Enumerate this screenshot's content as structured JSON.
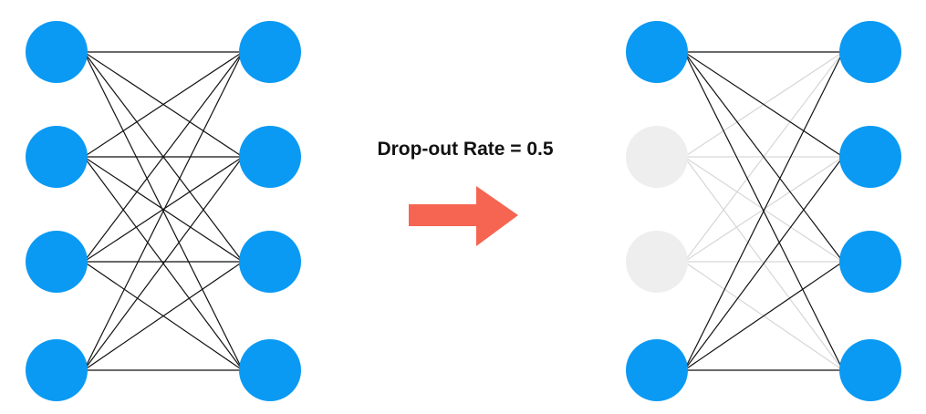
{
  "title": "Drop-out Rate = 0.5",
  "colors": {
    "active_node": "#0a9af3",
    "dropped_node": "#eeeeee",
    "active_edge": "#111111",
    "dropped_edge": "#d6d6d6",
    "arrow": "#f56552"
  },
  "networks": [
    {
      "name": "full",
      "left_layer": [
        true,
        true,
        true,
        true
      ],
      "right_layer": [
        true,
        true,
        true,
        true
      ]
    },
    {
      "name": "dropout",
      "left_layer": [
        true,
        false,
        false,
        true
      ],
      "right_layer": [
        true,
        true,
        true,
        true
      ]
    }
  ],
  "arrow": {
    "direction": "right",
    "icon": "right-arrow-icon"
  }
}
